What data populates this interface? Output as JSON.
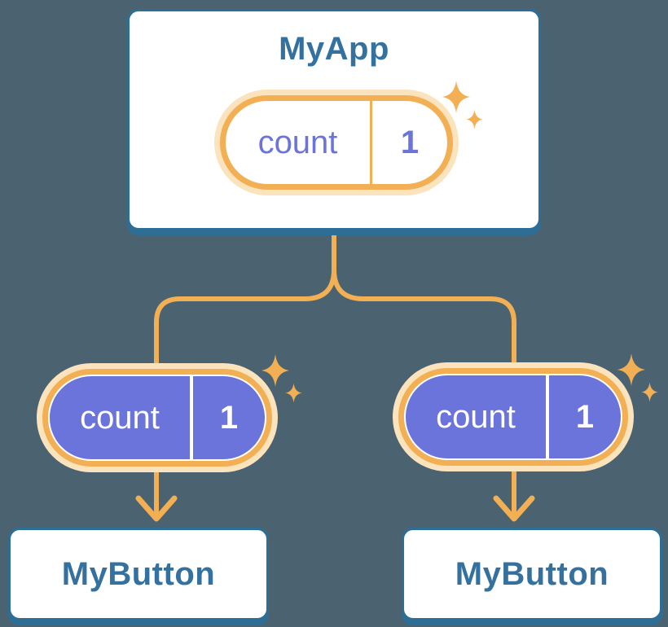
{
  "tree": {
    "root": {
      "title": "MyApp",
      "state": {
        "label": "count",
        "value": "1"
      }
    },
    "children": [
      {
        "title": "MyButton",
        "state": {
          "label": "count",
          "value": "1"
        }
      },
      {
        "title": "MyButton",
        "state": {
          "label": "count",
          "value": "1"
        }
      }
    ]
  },
  "colors": {
    "background": "#4B6370",
    "card_fill": "#FFFFFF",
    "card_border": "#2D6E97",
    "title_text": "#35719E",
    "accent_orange": "#F3AF53",
    "pill_halo": "#FBE3BD",
    "state_purple": "#6B74DB",
    "state_text_on_purple": "#FFFFFF"
  },
  "icons": {
    "sparkle": "four-point-star",
    "arrow": "down-arrow"
  }
}
